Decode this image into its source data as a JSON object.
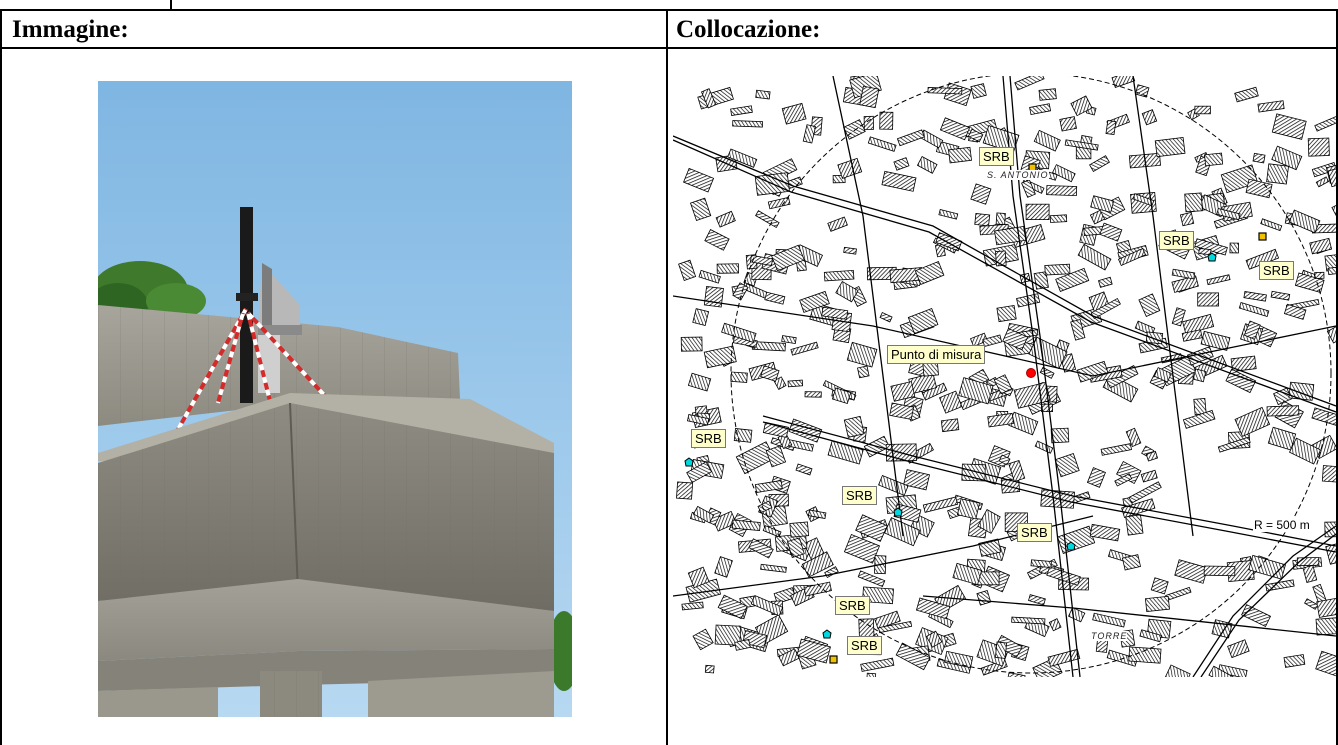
{
  "headers": {
    "image": "Immagine:",
    "location": "Collocazione:"
  },
  "map": {
    "srb_label": "SRB",
    "measure_point": "Punto di misura",
    "radius": "R = 500 m",
    "streets": [
      "S. ANTONIO",
      "TORRE"
    ],
    "colors": {
      "label_bg": "#ffffcc",
      "measure_point": "#ff0000",
      "antenna_existing": "#00d8e0",
      "antenna_planned": "#f2c200"
    }
  },
  "photo": {
    "subject": "mast-on-concrete-rooftop-icon"
  }
}
